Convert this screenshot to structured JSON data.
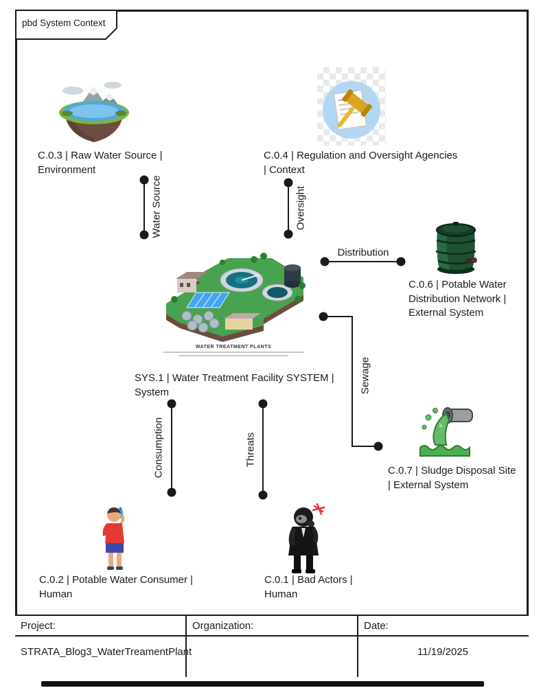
{
  "frame": {
    "tab_label": "pbd System Context"
  },
  "colors": {
    "line": "#1a1a1a"
  },
  "nodes": {
    "raw_water": {
      "id_label": "C.0.3 | Raw Water Source |\nEnvironment",
      "icon": "floating-island-water-source-icon"
    },
    "regulation": {
      "id_label": "C.0.4 | Regulation and Oversight Agencies\n| Context",
      "icon": "gavel-on-document-icon"
    },
    "system": {
      "id_label": "SYS.1 | Water Treatment Facility SYSTEM |\nSystem",
      "icon": "water-treatment-plant-icon",
      "caption": "WATER TREATMENT PLANTS"
    },
    "distribution": {
      "id_label": "C.0.6 | Potable Water\nDistribution Network |\nExternal System",
      "icon": "water-barrel-icon"
    },
    "sludge": {
      "id_label": "C.0.7 | Sludge Disposal Site\n| External System",
      "icon": "sludge-discharge-pipe-icon"
    },
    "consumer": {
      "id_label": "C.0.2 | Potable Water Consumer |\nHuman",
      "icon": "person-drinking-water-icon"
    },
    "bad_actors": {
      "id_label": "C.0.1 | Bad Actors |\nHuman",
      "icon": "masked-bad-actor-icon"
    }
  },
  "connections": {
    "water_source": {
      "label": "Water Source"
    },
    "oversight": {
      "label": "Oversight"
    },
    "distribution": {
      "label": "Distribution"
    },
    "sewage": {
      "label": "Sewage"
    },
    "consumption": {
      "label": "Consumption"
    },
    "threats": {
      "label": "Threats"
    }
  },
  "title_block": {
    "project_label": "Project:",
    "project_value": "STRATA_Blog3_WaterTreamentPlant",
    "organization_label": "Organization:",
    "organization_value": "",
    "date_label": "Date:",
    "date_value": "11/19/2025"
  }
}
